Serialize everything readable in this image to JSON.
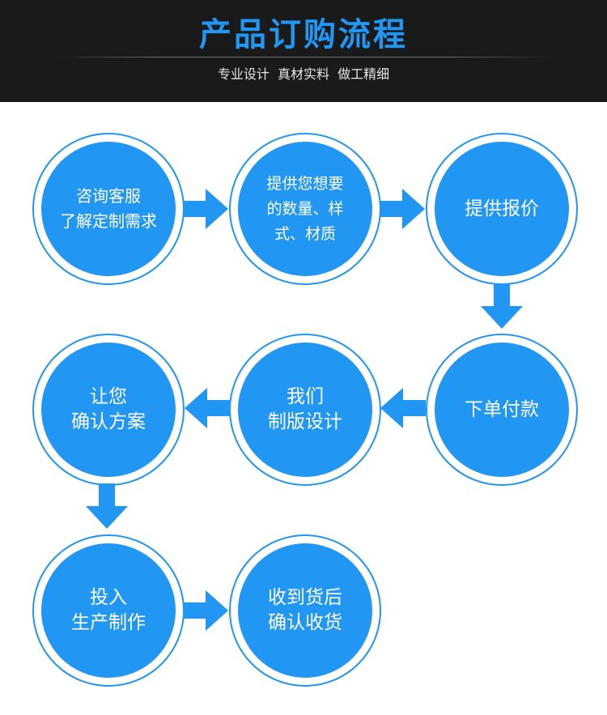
{
  "header": {
    "title": "产品订购流程",
    "subtitle": "专业设计  真材实料  做工精细"
  },
  "colors": {
    "accent": "#2196f3",
    "header_bg": "#1a1a1a"
  },
  "steps": [
    {
      "lines": [
        "咨询客服",
        "了解定制需求"
      ]
    },
    {
      "lines": [
        "提供您想要",
        "的数量、样",
        "式、材质"
      ]
    },
    {
      "lines": [
        "提供报价"
      ]
    },
    {
      "lines": [
        "下单付款"
      ]
    },
    {
      "lines": [
        "我们",
        "制版设计"
      ]
    },
    {
      "lines": [
        "让您",
        "确认方案"
      ]
    },
    {
      "lines": [
        "投入",
        "生产制作"
      ]
    },
    {
      "lines": [
        "收到货后",
        "确认收货"
      ]
    }
  ],
  "arrows": [
    {
      "from": 1,
      "to": 2,
      "direction": "right"
    },
    {
      "from": 2,
      "to": 3,
      "direction": "right"
    },
    {
      "from": 3,
      "to": 4,
      "direction": "down"
    },
    {
      "from": 4,
      "to": 5,
      "direction": "left"
    },
    {
      "from": 5,
      "to": 6,
      "direction": "left"
    },
    {
      "from": 6,
      "to": 7,
      "direction": "down"
    },
    {
      "from": 7,
      "to": 8,
      "direction": "right"
    }
  ]
}
